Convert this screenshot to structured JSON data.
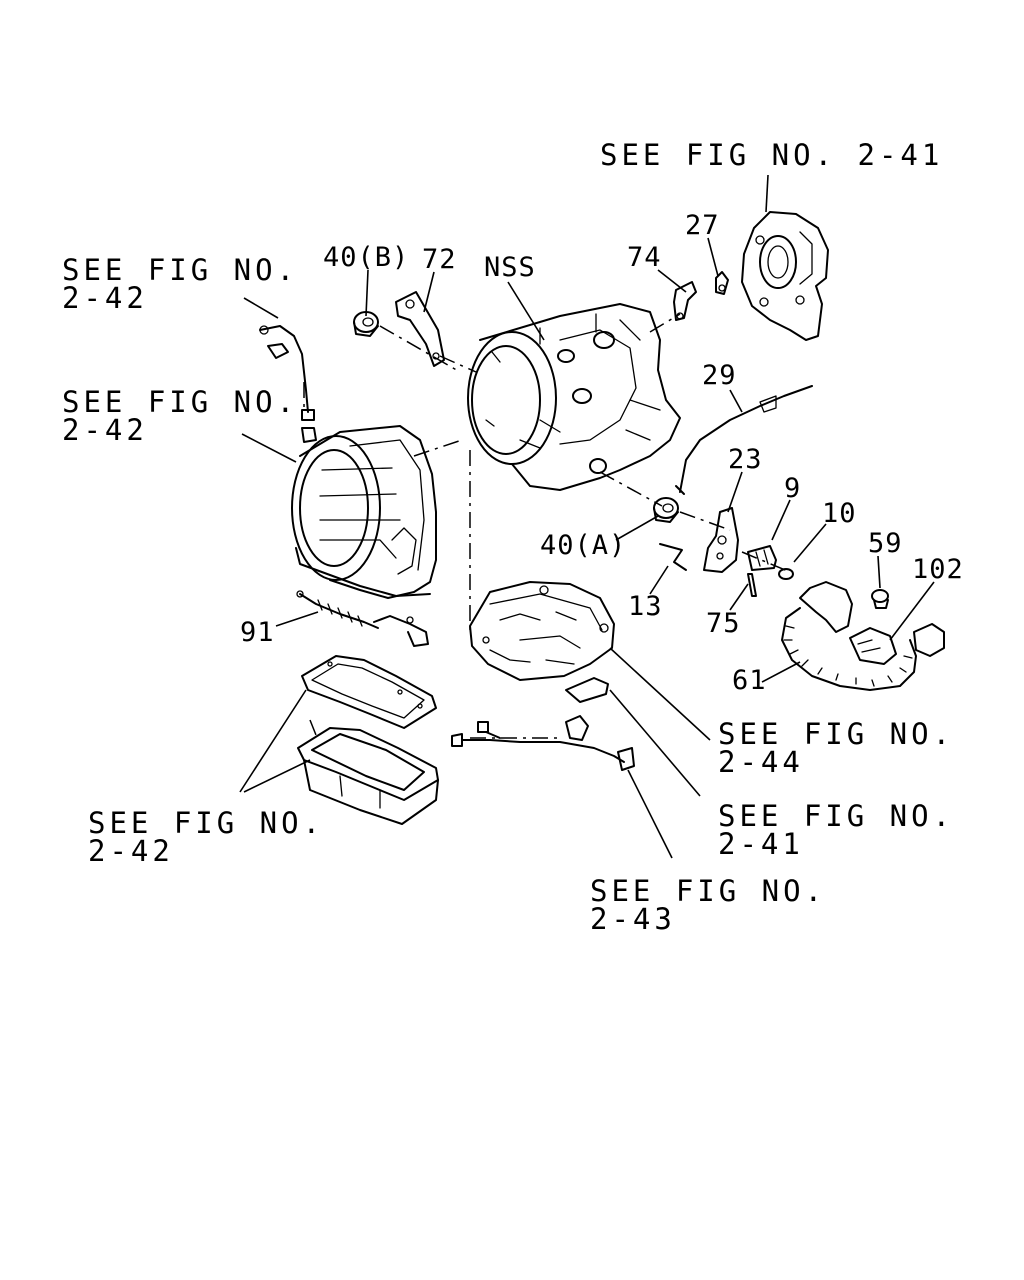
{
  "diagram": {
    "references": {
      "fig_2_41_top": "SEE FIG NO. 2-41",
      "fig_2_42_a_line1": "SEE FIG NO.",
      "fig_2_42_a_line2": "2-42",
      "fig_2_42_b_line1": "SEE FIG NO.",
      "fig_2_42_b_line2": "2-42",
      "fig_2_42_c_line1": "SEE FIG NO.",
      "fig_2_42_c_line2": "2-42",
      "fig_2_44_line1": "SEE FIG NO.",
      "fig_2_44_line2": "2-44",
      "fig_2_41_b_line1": "SEE FIG NO.",
      "fig_2_41_b_line2": "2-41",
      "fig_2_43_line1": "SEE FIG NO.",
      "fig_2_43_line2": "2-43"
    },
    "parts": {
      "p40b": "40(B)",
      "p72": "72",
      "nss": "NSS",
      "p74": "74",
      "p27": "27",
      "p29": "29",
      "p23": "23",
      "p9": "9",
      "p10": "10",
      "p59": "59",
      "p102": "102",
      "p40a": "40(A)",
      "p13": "13",
      "p75": "75",
      "p61": "61",
      "p91": "91"
    }
  }
}
